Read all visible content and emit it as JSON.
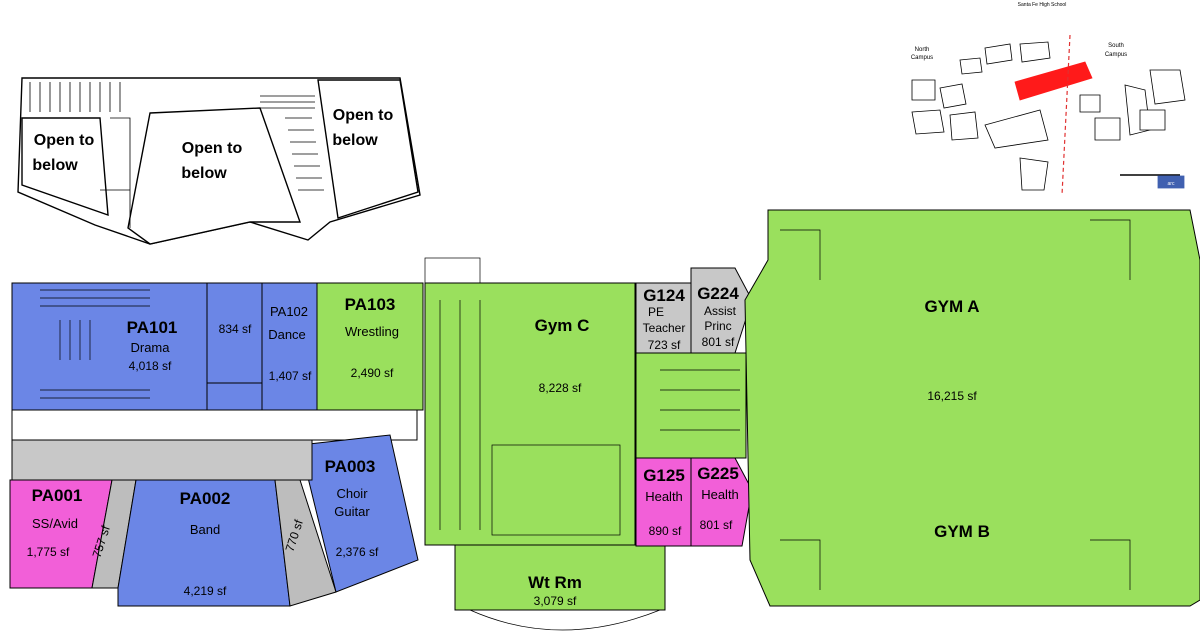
{
  "colors": {
    "performing_arts": "#6b86e6",
    "athletics": "#9ae05d",
    "health": "#f25fd8",
    "offices": "#c8c8c8",
    "corridor": "#bdbdbd",
    "highlight": "#ff1a1a",
    "line": "#000000"
  },
  "upper_level": {
    "open_1": [
      "Open to",
      "below"
    ],
    "open_2": [
      "Open to",
      "below"
    ],
    "open_3": [
      "Open to",
      "below"
    ]
  },
  "key_map": {
    "title": "Santa Fe High School",
    "north_campus": [
      "North",
      "Campus"
    ],
    "south_campus": [
      "South",
      "Campus"
    ],
    "logo": "arc"
  },
  "rooms": {
    "pa101": {
      "code": "PA101",
      "name": "Drama",
      "area": "4,018 sf"
    },
    "r834": {
      "area": "834 sf"
    },
    "pa102": {
      "code": "PA102",
      "name": "Dance",
      "area": "1,407 sf"
    },
    "pa103": {
      "code": "PA103",
      "name": "Wrestling",
      "area": "2,490 sf"
    },
    "gymc": {
      "name": "Gym C",
      "area": "8,228 sf"
    },
    "g124": {
      "code": "G124",
      "name1": "PE",
      "name2": "Teacher",
      "area": "723 sf"
    },
    "g224": {
      "code": "G224",
      "name1": "Assist",
      "name2": "Princ",
      "area": "801 sf"
    },
    "gyma": {
      "name": "GYM A",
      "area": "16,215 sf"
    },
    "gymb": {
      "name": "GYM B"
    },
    "g125": {
      "code": "G125",
      "name": "Health",
      "area": "890 sf"
    },
    "g225": {
      "code": "G225",
      "name": "Health",
      "area": "801 sf"
    },
    "pa001": {
      "code": "PA001",
      "name": "SS/Avid",
      "area": "1,775 sf"
    },
    "c757": {
      "area": "757 sf"
    },
    "pa002": {
      "code": "PA002",
      "name": "Band",
      "area": "4,219 sf"
    },
    "c770": {
      "area": "770 sf"
    },
    "pa003": {
      "code": "PA003",
      "name1": "Choir",
      "name2": "Guitar",
      "area": "2,376 sf"
    },
    "wtrm": {
      "name": "Wt Rm",
      "area": "3,079 sf"
    }
  }
}
